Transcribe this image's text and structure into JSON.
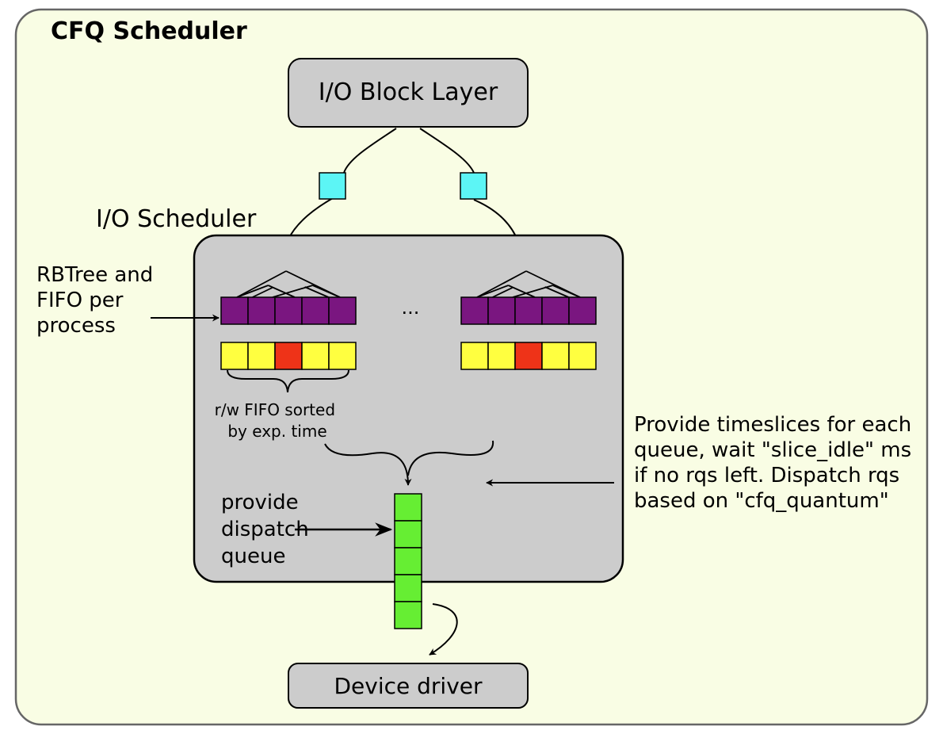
{
  "title": "CFQ Scheduler",
  "block_layer_label": "I/O Block Layer",
  "io_scheduler_label": "I/O Scheduler",
  "ellipsis": "...",
  "rbtree_note": [
    "RBTree and",
    "FIFO per",
    "process"
  ],
  "fifo_note": [
    "r/w FIFO sorted",
    "by exp. time"
  ],
  "dispatch_note": [
    "provide",
    "dispatch",
    "queue"
  ],
  "timeslice_note": [
    "Provide timeslices for each",
    "queue, wait \"slice_idle\" ms",
    "if no rqs left. Dispatch rqs",
    "based on \"cfq_quantum\""
  ],
  "device_driver_label": "Device driver",
  "colors": {
    "background": "#f9fde4",
    "frame_stroke": "#666666",
    "box_fill": "#cccccc",
    "request": "#5cf5f5",
    "rbtree_node": "#7a1680",
    "fifo_normal": "#ffff40",
    "fifo_expired": "#ee3318",
    "dispatch_slot": "#66ee33"
  },
  "queues": [
    {
      "name": "left",
      "rbtree_nodes": 5,
      "fifo": [
        "normal",
        "normal",
        "expired",
        "normal",
        "normal"
      ]
    },
    {
      "name": "right",
      "rbtree_nodes": 5,
      "fifo": [
        "normal",
        "normal",
        "expired",
        "normal",
        "normal"
      ]
    }
  ],
  "dispatch_slots": 5
}
